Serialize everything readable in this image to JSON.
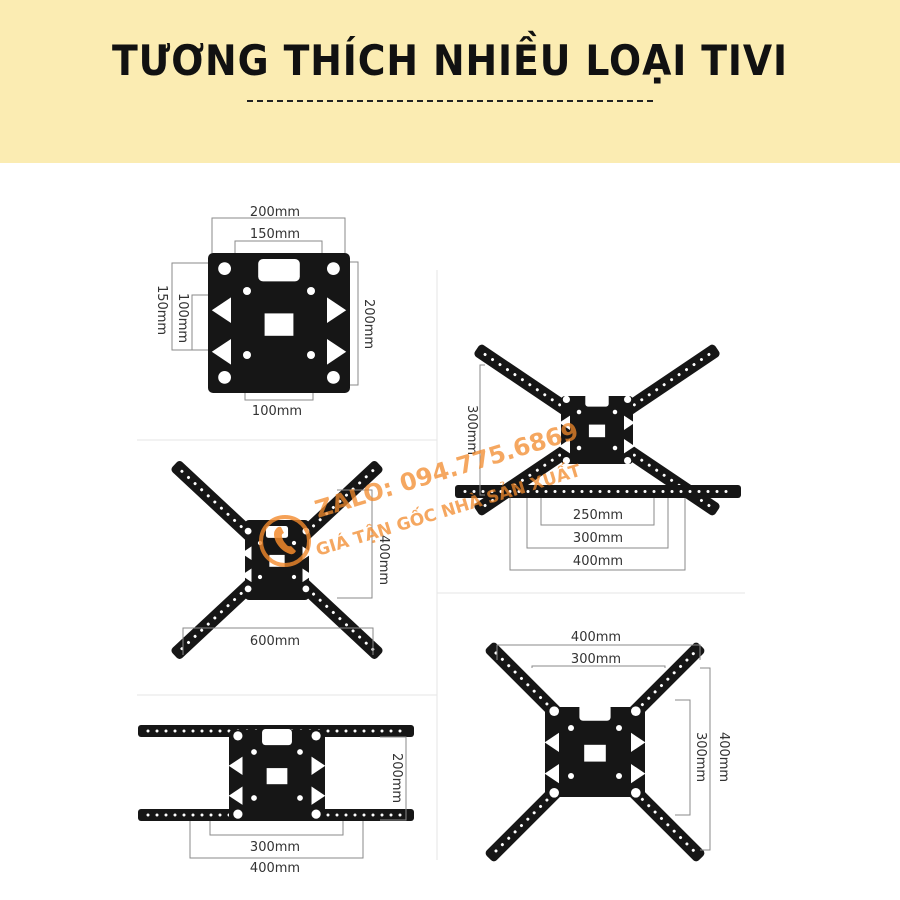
{
  "header": {
    "title": "TƯƠNG THÍCH NHIỀU LOẠI TIVI",
    "background": "#fbecb2"
  },
  "watermark": {
    "phone": "ZALO: 094.775.6869",
    "slogan": "GIÁ TẬN GỐC NHÀ SẢN XUẤT",
    "icon": "phone-icon",
    "color": "#f28a2c"
  },
  "panels": {
    "plate": {
      "top_outer": "200mm",
      "top_inner": "150mm",
      "left_outer": "150mm",
      "left_inner": "100mm",
      "right": "200mm",
      "bottom": "100mm"
    },
    "x_small": {
      "bottom": "600mm",
      "right": "400mm"
    },
    "top_right": {
      "left": "300mm",
      "bottom_1": "250mm",
      "bottom_2": "300mm",
      "bottom_3": "400mm"
    },
    "bottom_left": {
      "right": "200mm",
      "bottom_1": "300mm",
      "bottom_2": "400mm"
    },
    "bottom_right": {
      "top_1": "400mm",
      "top_2": "300mm",
      "right_1": "300mm",
      "right_2": "400mm"
    }
  }
}
